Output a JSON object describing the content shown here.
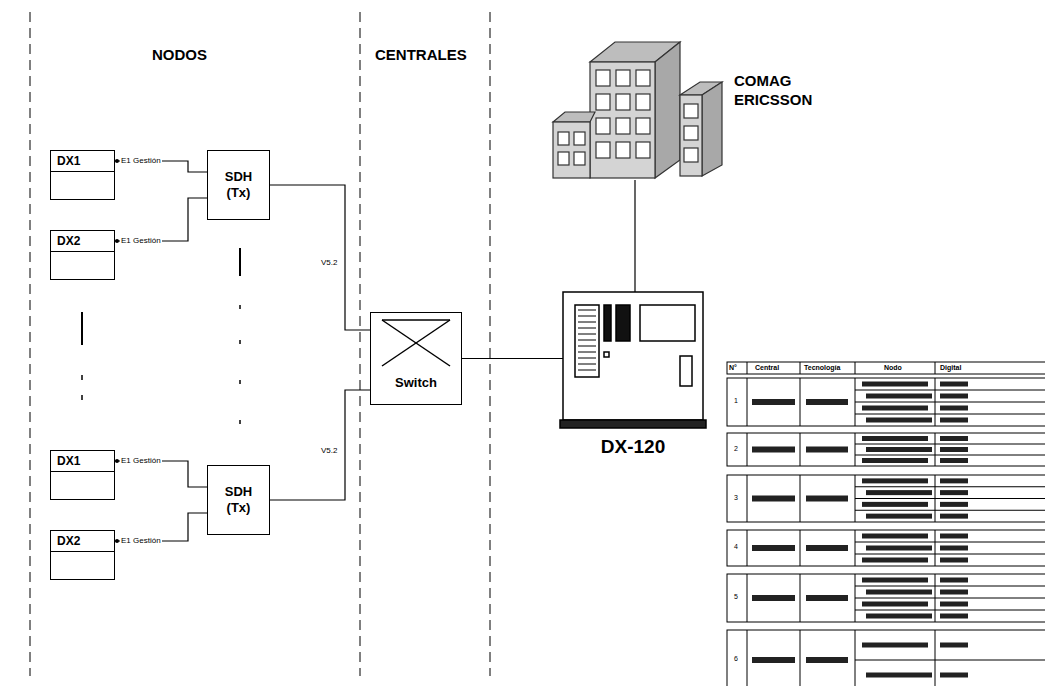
{
  "diagram": {
    "nodes": [
      {
        "text": [
          "DX1"
        ]
      },
      {
        "text": [
          "DX2"
        ]
      },
      {
        "text": [
          "SDH (Tx)"
        ]
      },
      {
        "text": [
          "DX1"
        ]
      },
      {
        "text": [
          "DX2"
        ]
      },
      {
        "text": [
          "SDH (Tx)"
        ]
      },
      {
        "text": [
          "Switch"
        ]
      },
      {
        "text": [
          "DX-120"
        ]
      },
      {
        "text": [
          "COMAG ERICSSON"
        ]
      }
    ],
    "edges": [
      {
        "from": 0,
        "to": 2,
        "label": "E1 Gestión",
        "arrow": "none"
      },
      {
        "from": 1,
        "to": 2,
        "label": "E1 Gestión",
        "arrow": "none"
      },
      {
        "from": 3,
        "to": 5,
        "label": "E1 Gestión",
        "arrow": "none"
      },
      {
        "from": 4,
        "to": 5,
        "label": "E1 Gestión",
        "arrow": "none"
      },
      {
        "from": 2,
        "to": 6,
        "label": "V5.2",
        "arrow": "none"
      },
      {
        "from": 5,
        "to": 6,
        "label": "V5.2",
        "arrow": "none"
      },
      {
        "from": 6,
        "to": 7,
        "arrow": "none"
      },
      {
        "from": 8,
        "to": 7,
        "arrow": "none"
      }
    ],
    "labels": [
      "NODOS",
      "CENTRALES",
      "N°",
      "Central",
      "Tecnología",
      "Nodo",
      "Digital",
      "1",
      "2",
      "3",
      "4",
      "5",
      "6"
    ]
  }
}
